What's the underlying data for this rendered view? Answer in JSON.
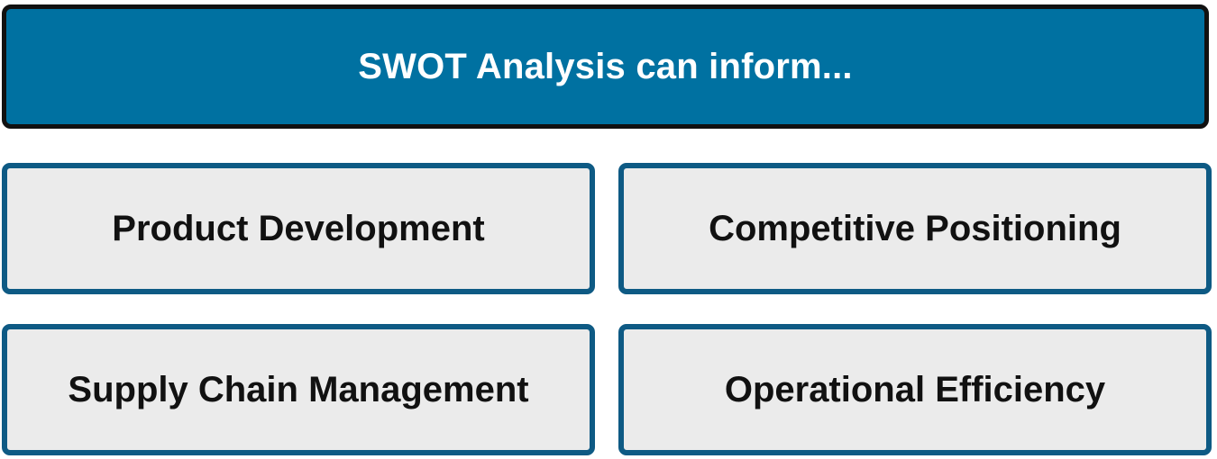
{
  "header": {
    "title": "SWOT Analysis can inform..."
  },
  "items": [
    {
      "label": "Product Development"
    },
    {
      "label": "Competitive Positioning"
    },
    {
      "label": "Supply Chain Management"
    },
    {
      "label": "Operational Efficiency"
    }
  ],
  "colors": {
    "header_fill": "#0071a1",
    "header_border": "#111111",
    "item_fill": "#ebebeb",
    "item_border": "#0e5a84",
    "text_dark": "#111111",
    "text_light": "#ffffff"
  }
}
